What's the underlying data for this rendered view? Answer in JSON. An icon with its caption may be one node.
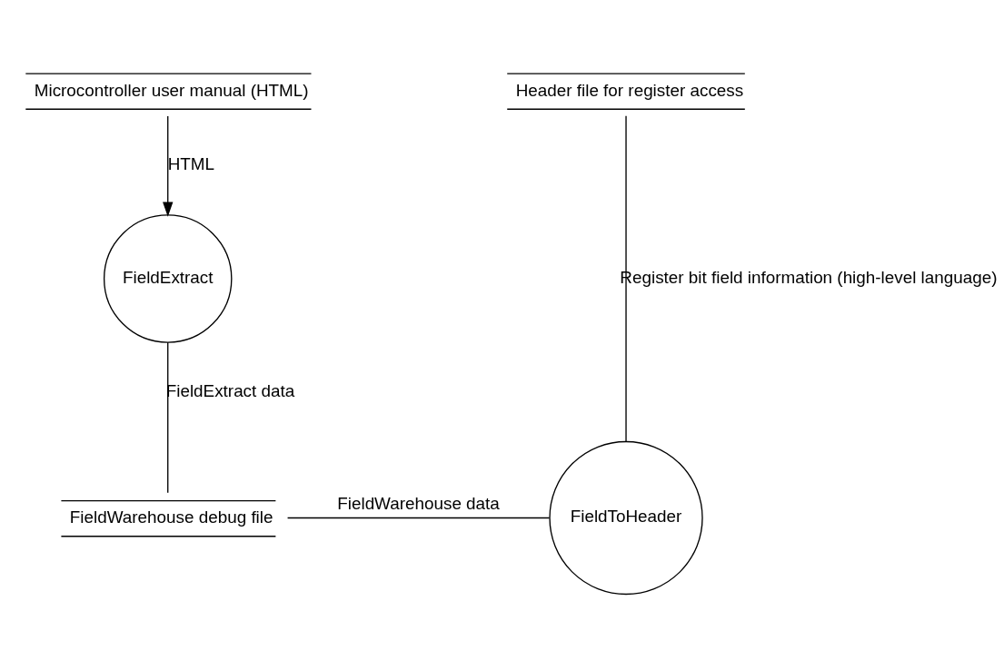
{
  "diagram": {
    "nodes": [
      {
        "text": [
          "Microcontroller user manual (HTML)"
        ]
      },
      {
        "text": [
          "Header file for register access"
        ]
      },
      {
        "text": [
          "FieldExtract"
        ]
      },
      {
        "text": [
          "FieldWarehouse debug file"
        ]
      },
      {
        "text": [
          "FieldToHeader"
        ]
      }
    ],
    "edges": [
      {
        "from": 0,
        "to": 2,
        "arrow": "to",
        "label": "HTML"
      },
      {
        "from": 2,
        "to": 3,
        "arrow": "none",
        "label": "FieldExtract data"
      },
      {
        "from": 3,
        "to": 4,
        "arrow": "none",
        "label": "FieldWarehouse data"
      },
      {
        "from": 4,
        "to": 1,
        "arrow": "none",
        "label": "Register bit field information (high-level language)"
      }
    ]
  }
}
